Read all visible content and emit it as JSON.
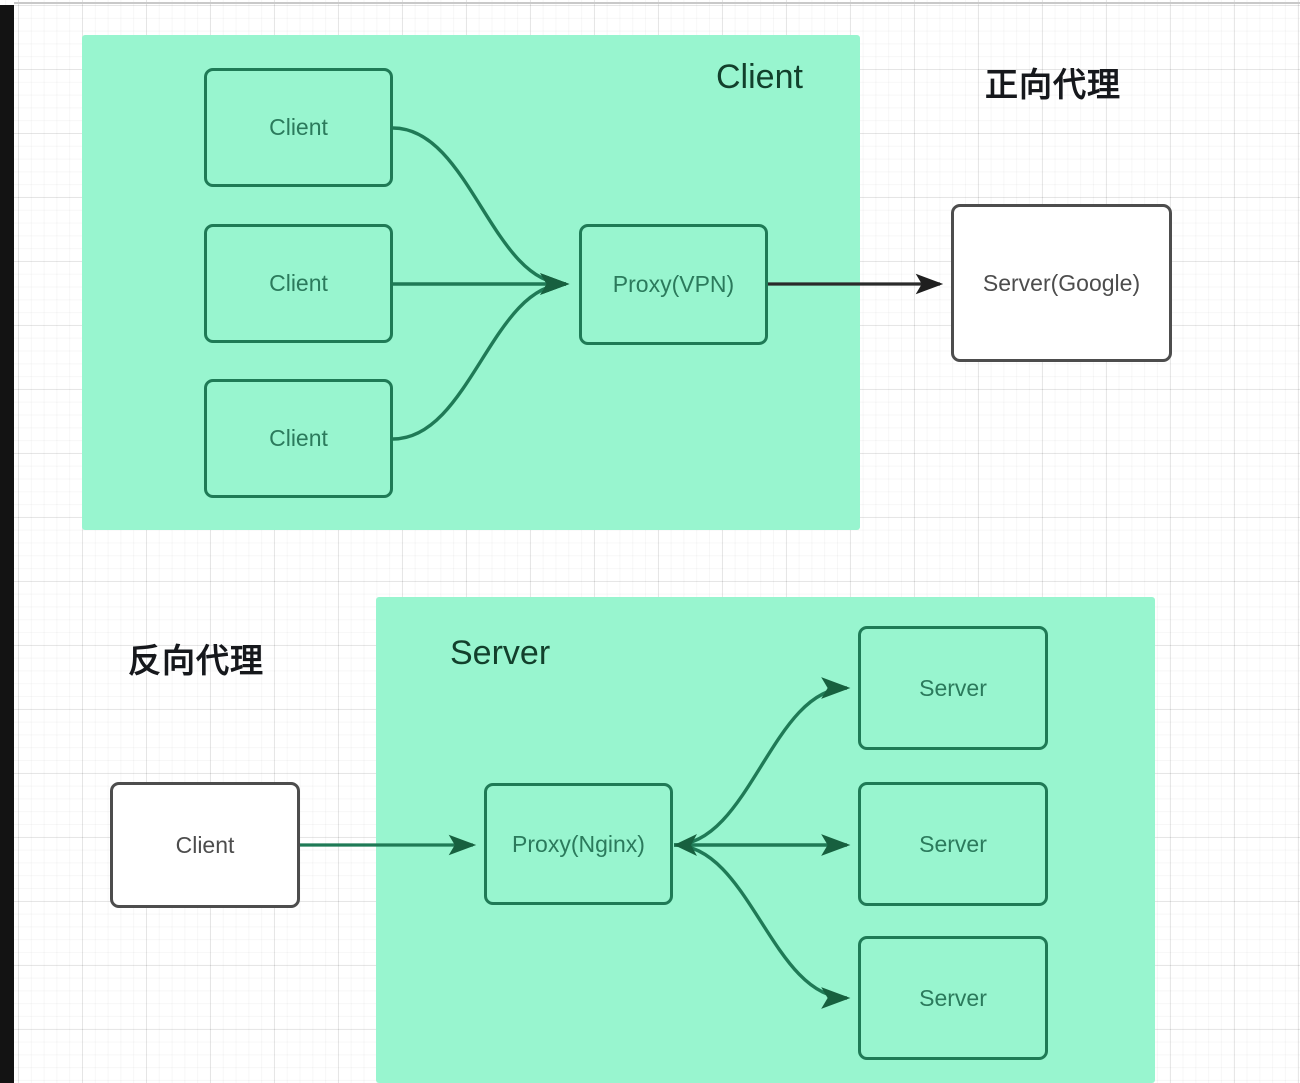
{
  "diagram": {
    "title_forward_label": "正向代理",
    "title_reverse_label": "反向代理",
    "groups": [
      {
        "id": "client-group",
        "label": "Client",
        "fill": "#98f5cf"
      },
      {
        "id": "server-group",
        "label": "Server",
        "fill": "#98f5cf"
      }
    ],
    "colors": {
      "panel_fill": "#98f5cf",
      "node_green_border": "#1f7a56",
      "node_green_text": "#2b7a5c",
      "node_white_border": "#4d4d4d",
      "node_white_text": "#4d4d4d",
      "edge_green": "#1f7a56",
      "edge_dark": "#3a3a3a",
      "label_black": "#16181c",
      "title_green": "#12402c",
      "background": "#ffffff",
      "left_bar": "#131313"
    },
    "forward_proxy": {
      "group_label": "Client",
      "section_label": "正向代理",
      "clients": [
        {
          "label": "Client"
        },
        {
          "label": "Client"
        },
        {
          "label": "Client"
        }
      ],
      "proxy": {
        "label": "Proxy(VPN)"
      },
      "target": {
        "label": "Server(Google)"
      }
    },
    "reverse_proxy": {
      "group_label": "Server",
      "section_label": "反向代理",
      "client": {
        "label": "Client"
      },
      "proxy": {
        "label": "Proxy(Nginx)"
      },
      "servers": [
        {
          "label": "Server"
        },
        {
          "label": "Server"
        },
        {
          "label": "Server"
        }
      ]
    }
  }
}
